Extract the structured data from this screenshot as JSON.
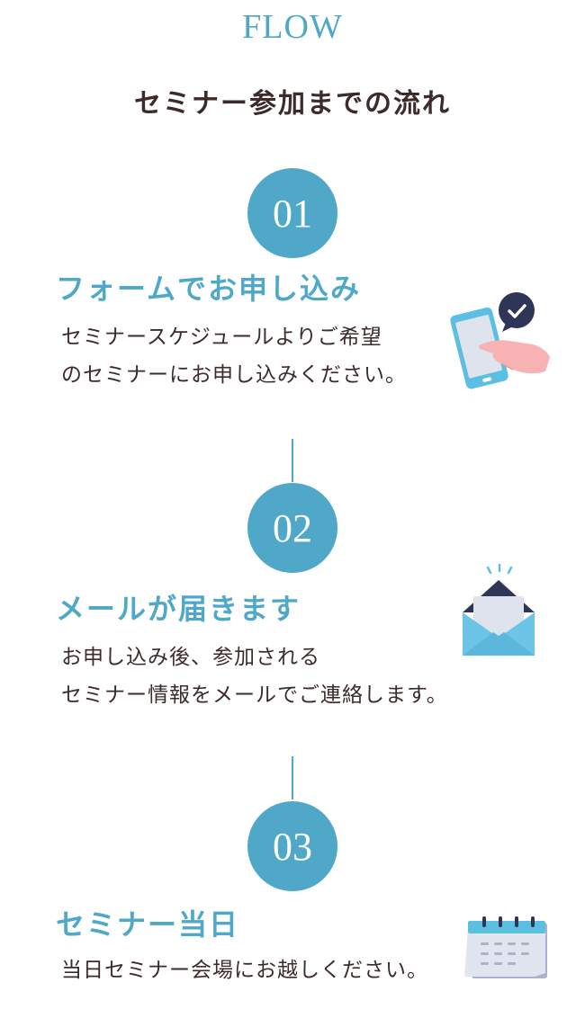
{
  "header": {
    "eyebrow": "FLOW",
    "title": "セミナー参加までの流れ"
  },
  "steps": [
    {
      "number": "01",
      "title": "フォームでお申し込み",
      "lines": [
        "セミナースケジュールよりご希望",
        "のセミナーにお申し込みください。"
      ],
      "icon": "smartphone-tap-icon"
    },
    {
      "number": "02",
      "title": "メールが届きます",
      "lines": [
        "お申し込み後、参加される",
        "セミナー情報をメールでご連絡します。"
      ],
      "icon": "envelope-letter-icon"
    },
    {
      "number": "03",
      "title": "セミナー当日",
      "lines": [
        "当日セミナー会場にお越しください。"
      ],
      "icon": "calendar-icon"
    }
  ],
  "colors": {
    "accent": "#4fa8c8",
    "text": "#3d2b2b",
    "check_badge": "#2f3556",
    "hand": "#f7b3b3",
    "envelope": "#6cc4e6",
    "calendar_header": "#5bbfe2"
  }
}
